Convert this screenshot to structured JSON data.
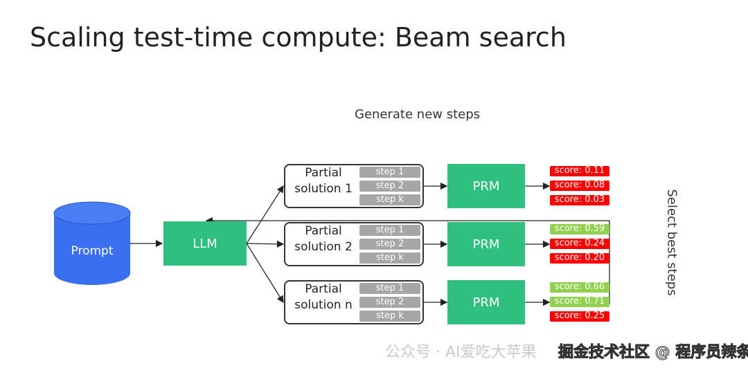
{
  "title": "Scaling test-time compute: Beam search",
  "generate_label": "Generate new steps",
  "select_label": "Select best steps",
  "prompt_label": "Prompt",
  "llm_label": "LLM",
  "prm_label": "PRM",
  "colors": {
    "green": "#2fbf7f",
    "good": "#92d050",
    "bad": "#ff0000",
    "prompt": "#3a6ff0"
  },
  "solutions": [
    {
      "label": "Partial solution 1",
      "steps": [
        "step 1",
        "step 2",
        "step k"
      ],
      "scores": [
        {
          "text": "score: 0.11",
          "good": false
        },
        {
          "text": "score: 0.08",
          "good": false
        },
        {
          "text": "score: 0.03",
          "good": false
        }
      ]
    },
    {
      "label": "Partial solution 2",
      "steps": [
        "step 1",
        "step 2",
        "step k"
      ],
      "scores": [
        {
          "text": "score: 0.59",
          "good": true
        },
        {
          "text": "score: 0.24",
          "good": false
        },
        {
          "text": "score: 0.20",
          "good": false
        }
      ]
    },
    {
      "label": "Partial solution n",
      "steps": [
        "step 1",
        "step 2",
        "step k"
      ],
      "scores": [
        {
          "text": "score: 0.66",
          "good": true
        },
        {
          "text": "score: 0.71",
          "good": true
        },
        {
          "text": "score: 0.25",
          "good": false
        }
      ]
    }
  ],
  "watermark": {
    "line1": "公众号 · AI爱吃大苹果",
    "line2": "掘金技术社区 @ 程序员辣条"
  }
}
